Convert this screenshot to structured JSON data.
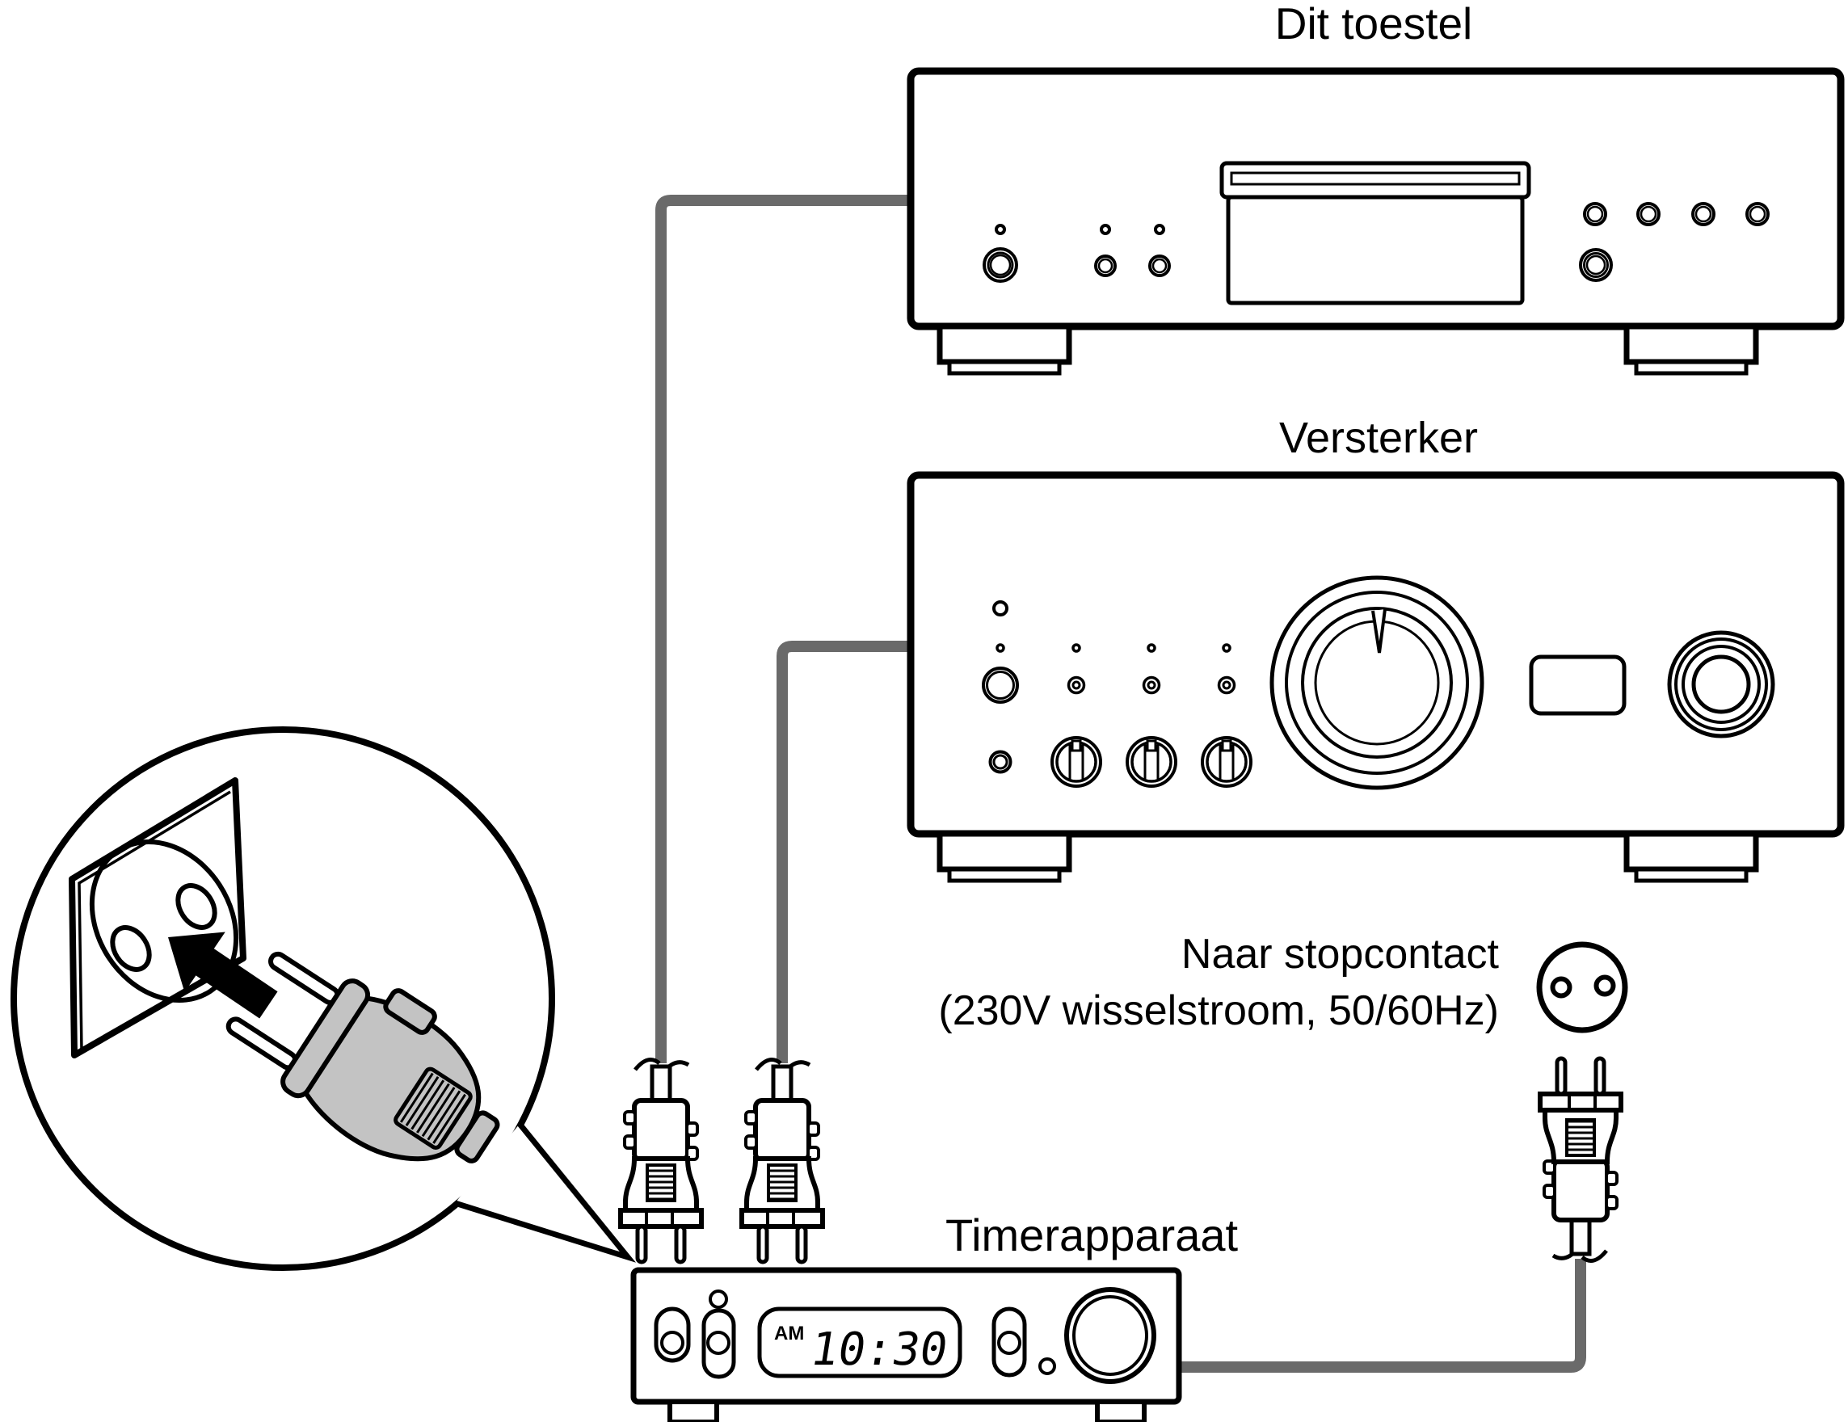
{
  "diagram": {
    "labels": {
      "top_device": "Dit toestel",
      "amplifier": "Versterker",
      "outlet_caption_line1": "Naar stopcontact",
      "outlet_caption_line2": "(230V wisselstroom, 50/60Hz)",
      "timer": "Timerapparaat"
    },
    "timer_display": {
      "meridiem": "AM",
      "time": "10:30"
    },
    "colors": {
      "line_black": "#000000",
      "cable_gray": "#6a6a6a",
      "plug_gray": "#c3c3c3",
      "background": "#ffffff"
    },
    "icons": {
      "wall_outlet": "two-pin-wall-socket",
      "outlet_symbol": "round-two-hole-socket",
      "power_plug": "euro-two-pin-plug",
      "insert_arrow": "arrow-into-socket"
    }
  }
}
